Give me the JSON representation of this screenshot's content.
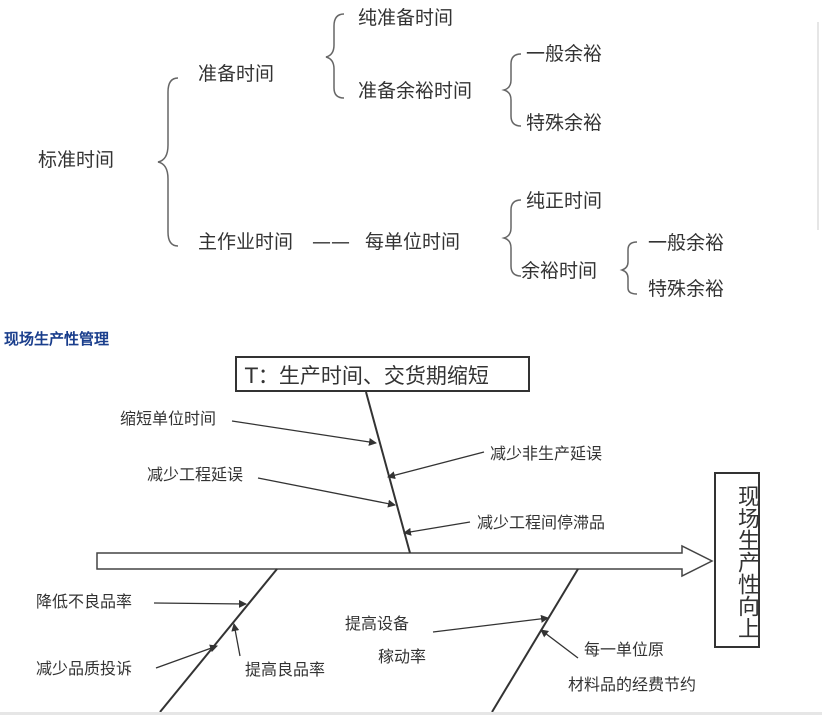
{
  "tree": {
    "root": "标准时间",
    "prep": "准备时间",
    "pure_prep": "纯准备时间",
    "prep_allowance": "准备余裕时间",
    "general_allowance_1": "一般余裕",
    "special_allowance_1": "特殊余裕",
    "main": "主作业时间",
    "dash": "——",
    "per_unit": "每单位时间",
    "net_time": "纯正时间",
    "allowance_time": "余裕时间",
    "general_allowance_2": "一般余裕",
    "special_allowance_2": "特殊余裕"
  },
  "section_title": "现场生产性管理",
  "fishbone": {
    "title": "T：生产时间、交货期缩短",
    "goal": "现场生产性向上",
    "cause_shorten_unit": "缩短单位时间",
    "cause_reduce_nonprod": "减少非生产延误",
    "cause_reduce_process": "减少工程延误",
    "cause_reduce_wip": "减少工程间停滞品",
    "cause_lower_defect": "降低不良品率",
    "cause_reduce_complaint": "减少品质投诉",
    "cause_raise_yield": "提高良品率",
    "cause_raise_equip_1": "提高设备",
    "cause_raise_equip_2": "稼动率",
    "cause_material_1": "每一单位原",
    "cause_material_2": "材料品的经费节约"
  }
}
